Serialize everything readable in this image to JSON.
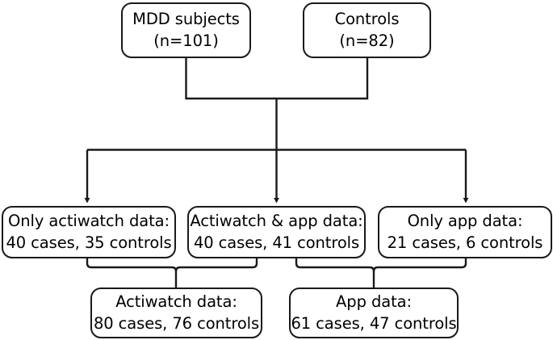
{
  "diagram": {
    "title": "Study participant data availability flowchart",
    "stroke_color": "#1a1a1a",
    "text_color": "#000000",
    "background_color": "#ffffff",
    "nodes": [
      {
        "id": "mdd-subjects",
        "line1": "MDD subjects",
        "line2": "(n=101)"
      },
      {
        "id": "controls",
        "line1": "Controls",
        "line2": "(n=82)"
      },
      {
        "id": "only-actiwatch",
        "line1": "Only actiwatch data:",
        "line2": "40 cases, 35 controls"
      },
      {
        "id": "actiwatch-and-app",
        "line1": "Actiwatch & app data:",
        "line2": "40 cases, 41 controls"
      },
      {
        "id": "only-app",
        "line1": "Only app data:",
        "line2": "21 cases, 6 controls"
      },
      {
        "id": "actiwatch-total",
        "line1": "Actiwatch data:",
        "line2": "80 cases, 76 controls"
      },
      {
        "id": "app-total",
        "line1": "App data:",
        "line2": "61 cases, 47 controls"
      }
    ]
  }
}
